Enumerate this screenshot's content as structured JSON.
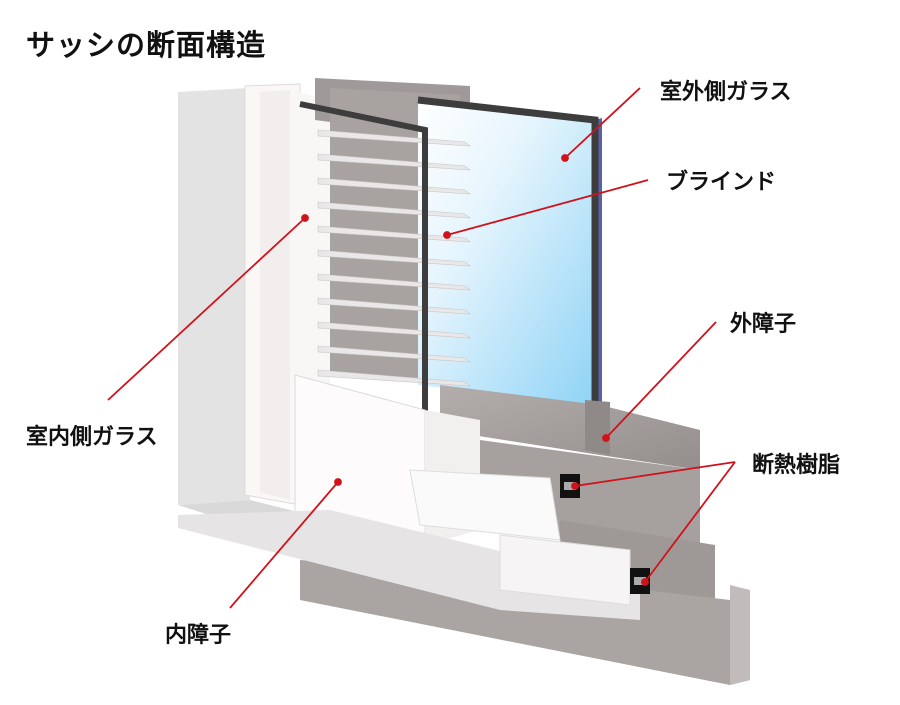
{
  "title": "サッシの断面構造",
  "labels": {
    "outdoor_glass": "室外側ガラス",
    "blind": "ブラインド",
    "outer_glazing_bead": "外障子",
    "thermal_resin": "断熱樹脂",
    "indoor_glass": "室内側ガラス",
    "inner_glazing_bead": "内障子"
  },
  "colors": {
    "leader": "#d0121b",
    "glass_light": "#ffffff",
    "glass_blue": "#8fd3f6",
    "frame_dark": "#3d3d3d",
    "frame_gray": "#a39d9c",
    "frame_white": "#f7f5f5",
    "resin": "#111111",
    "edge_blue": "#5a5fa8"
  }
}
